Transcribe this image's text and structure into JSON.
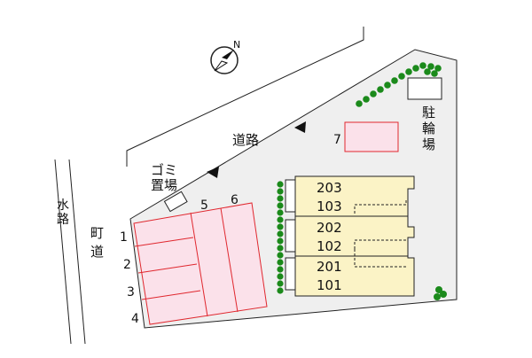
{
  "map": {
    "road_label": "道路",
    "town_road_label": [
      "町",
      "道"
    ],
    "waterway_label": [
      "水",
      "路"
    ],
    "garbage_label_line1": "ゴミ",
    "garbage_label_line2": "置場",
    "bicycle_parking_label": [
      "駐",
      "輪",
      "場"
    ],
    "parking_numbers": [
      "1",
      "2",
      "3",
      "4",
      "5",
      "6",
      "7"
    ],
    "unit_numbers": [
      "203",
      "103",
      "202",
      "102",
      "201",
      "101"
    ],
    "compass_letter": "N"
  },
  "colors": {
    "lot_fill": "#efefef",
    "parking_fill": "#fbe1ea",
    "parking_stroke": "#e0282f",
    "building_fill": "#fbf3c6",
    "tree": "#1b8a1b",
    "line": "#222222"
  }
}
